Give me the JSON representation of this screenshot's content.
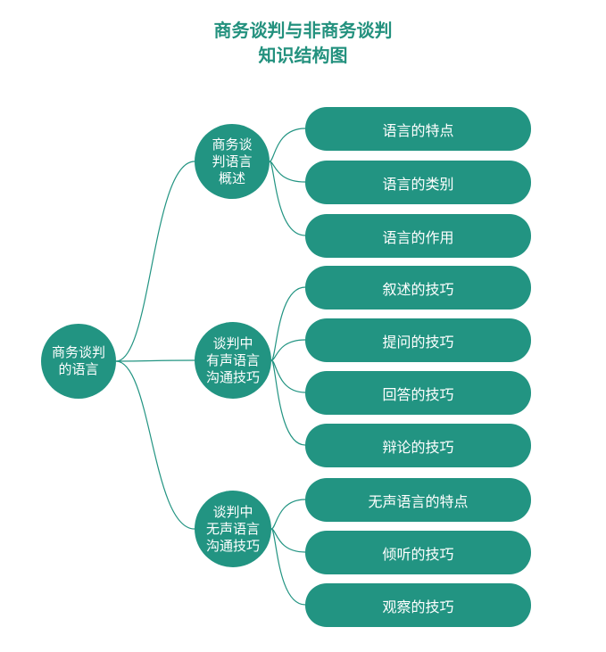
{
  "title": {
    "line1": "商务谈判与非商务谈判",
    "line2": "知识结构图"
  },
  "colors": {
    "node": "#229482",
    "title": "#23917e",
    "line": "#229482"
  },
  "root": {
    "lines": [
      "商务谈判",
      "的语言"
    ]
  },
  "branches": [
    {
      "lines": [
        "商务谈",
        "判语言",
        "概述"
      ],
      "leaves": [
        "语言的特点",
        "语言的类别",
        "语言的作用"
      ]
    },
    {
      "lines": [
        "谈判中",
        "有声语言",
        "沟通技巧"
      ],
      "leaves": [
        "叙述的技巧",
        "提问的技巧",
        "回答的技巧",
        "辩论的技巧"
      ]
    },
    {
      "lines": [
        "谈判中",
        "无声语言",
        "沟通技巧"
      ],
      "leaves": [
        "无声语言的特点",
        "倾听的技巧",
        "观察的技巧"
      ]
    }
  ]
}
